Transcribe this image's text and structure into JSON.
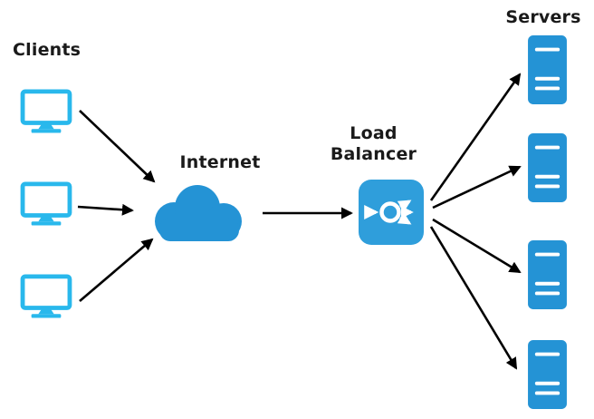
{
  "diagram": {
    "type": "network-architecture",
    "labels": {
      "clients": "Clients",
      "internet": "Internet",
      "load_balancer": "Load Balancer",
      "servers": "Servers"
    },
    "colors": {
      "client_icon": "#29b8ec",
      "cloud": "#2493d5",
      "load_balancer_box": "#2f9edb",
      "server": "#2493d5",
      "arrow": "#000000",
      "label_text": "#1a1a1a",
      "background": "#ffffff"
    },
    "counts": {
      "clients": 3,
      "servers": 4
    },
    "edges": [
      "client-1 -> internet",
      "client-2 -> internet",
      "client-3 -> internet",
      "internet -> load-balancer",
      "load-balancer -> server-1",
      "load-balancer -> server-2",
      "load-balancer -> server-3",
      "load-balancer -> server-4"
    ]
  }
}
